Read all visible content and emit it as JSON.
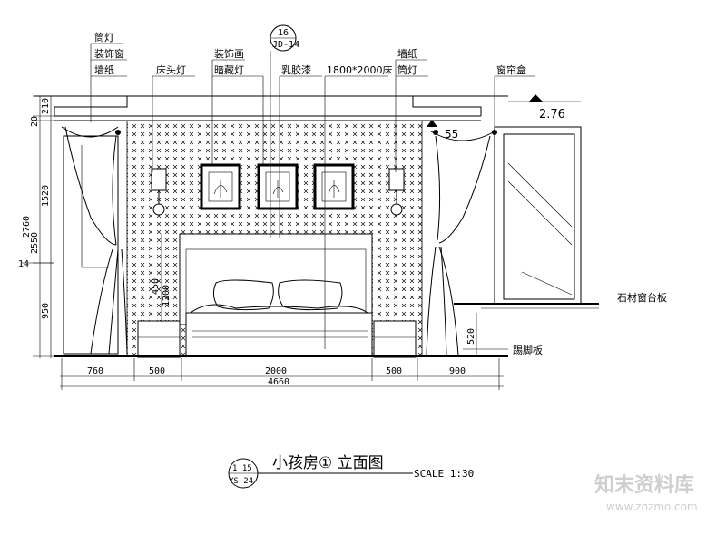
{
  "labels": {
    "top_left_a": "筒灯",
    "top_left_b": "装饰窗",
    "top_left_c": "墙纸",
    "bedside_lamp": "床头灯",
    "decor_a": "装饰画",
    "decor_b": "暗藏灯",
    "latex": "乳胶漆",
    "bed_size": "1800*2000床",
    "top_right_a": "墙纸",
    "top_right_b": "筒灯",
    "curtain_box": "窗帘盒",
    "level": "2.76",
    "curtain_55": "55",
    "board_right": "石材窗台板",
    "skirting": "踢脚板",
    "ref_num": "16",
    "ref_code": "JD-14",
    "left_14": "14"
  },
  "dims": {
    "h_210": "210",
    "h_20": "20",
    "h_1520": "1520",
    "h_2760": "2760",
    "h_2550": "2550",
    "h_950": "950",
    "h_520": "520",
    "h_1200": "1200",
    "h_450": "450",
    "w_760": "760",
    "w_500a": "500",
    "w_2000": "2000",
    "w_500b": "500",
    "w_900": "900",
    "w_total": "4660"
  },
  "title": {
    "main": "小孩房① 立面图",
    "badge_top": "1 15",
    "badge_bottom": "YS 24",
    "scale": "SCALE 1:30"
  },
  "watermark": {
    "brand": "知末资料库",
    "url": "www.znzmo.com"
  }
}
